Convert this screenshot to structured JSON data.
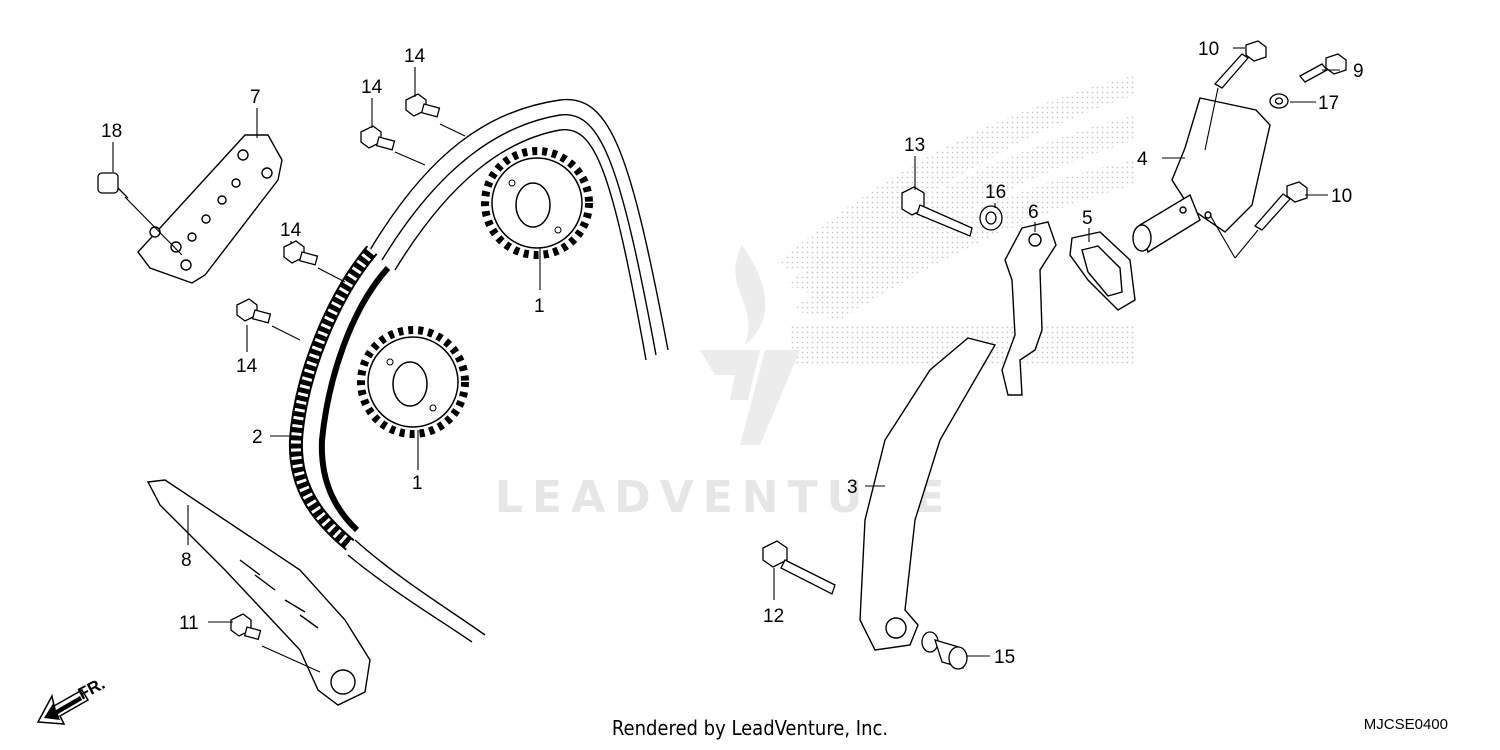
{
  "footer": {
    "rendered_by": "Rendered by LeadVenture, Inc.",
    "diagram_code": "MJCSE0400"
  },
  "watermark": {
    "text": "LEADVENTURE"
  },
  "direction": {
    "label": "FR."
  },
  "callouts": [
    {
      "id": "c1a",
      "text": "1"
    },
    {
      "id": "c1b",
      "text": "1"
    },
    {
      "id": "c2",
      "text": "2"
    },
    {
      "id": "c3",
      "text": "3"
    },
    {
      "id": "c4",
      "text": "4"
    },
    {
      "id": "c5",
      "text": "5"
    },
    {
      "id": "c6",
      "text": "6"
    },
    {
      "id": "c7",
      "text": "7"
    },
    {
      "id": "c8",
      "text": "8"
    },
    {
      "id": "c9",
      "text": "9"
    },
    {
      "id": "c10a",
      "text": "10"
    },
    {
      "id": "c10b",
      "text": "10"
    },
    {
      "id": "c11",
      "text": "11"
    },
    {
      "id": "c12",
      "text": "12"
    },
    {
      "id": "c13",
      "text": "13"
    },
    {
      "id": "c14a",
      "text": "14"
    },
    {
      "id": "c14b",
      "text": "14"
    },
    {
      "id": "c14c",
      "text": "14"
    },
    {
      "id": "c14d",
      "text": "14"
    },
    {
      "id": "c15",
      "text": "15"
    },
    {
      "id": "c16",
      "text": "16"
    },
    {
      "id": "c17",
      "text": "17"
    },
    {
      "id": "c18",
      "text": "18"
    }
  ]
}
